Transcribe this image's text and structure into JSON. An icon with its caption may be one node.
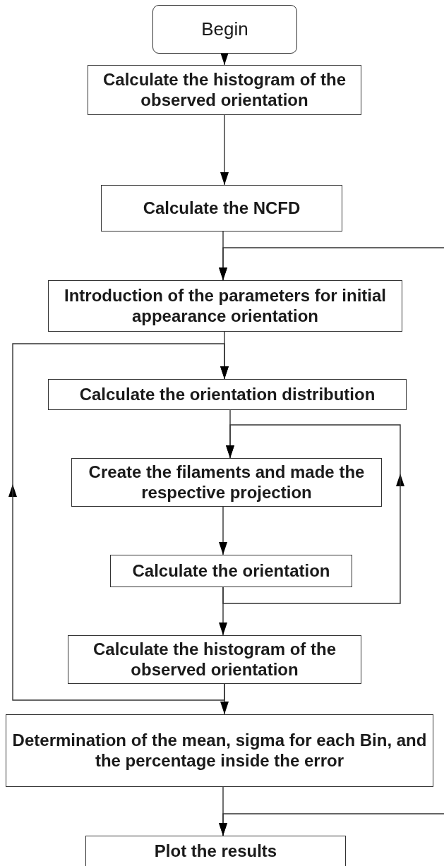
{
  "diagram": {
    "nodes": [
      {
        "text": [
          "Begin"
        ]
      },
      {
        "text": [
          "Calculate the histogram of the observed orientation"
        ]
      },
      {
        "text": [
          "Calculate the NCFD"
        ]
      },
      {
        "text": [
          "Introduction of the parameters for initial appearance orientation"
        ]
      },
      {
        "text": [
          "Calculate the orientation distribution"
        ]
      },
      {
        "text": [
          "Create the filaments and made the respective projection"
        ]
      },
      {
        "text": [
          "Calculate the orientation"
        ]
      },
      {
        "text": [
          "Calculate the histogram of the observed orientation"
        ]
      },
      {
        "text": [
          "Determination of the mean, sigma for each Bin, and the percentage inside the error"
        ]
      },
      {
        "text": [
          "Plot the results"
        ]
      }
    ],
    "edges": [
      {
        "from": 0,
        "to": 1,
        "arrow": "to"
      },
      {
        "from": 1,
        "to": 2,
        "arrow": "to"
      },
      {
        "from": 2,
        "to": 3,
        "arrow": "to"
      },
      {
        "from": null,
        "to": 3,
        "arrow": "to"
      },
      {
        "from": 3,
        "to": 4,
        "arrow": "to"
      },
      {
        "from": 7,
        "to": 4,
        "arrow": "to"
      },
      {
        "from": 4,
        "to": 5,
        "arrow": "to"
      },
      {
        "from": 6,
        "to": 5,
        "arrow": "to"
      },
      {
        "from": 5,
        "to": 6,
        "arrow": "to"
      },
      {
        "from": 6,
        "to": 7,
        "arrow": "to"
      },
      {
        "from": 7,
        "to": 8,
        "arrow": "to"
      },
      {
        "from": 8,
        "to": 9,
        "arrow": "to"
      },
      {
        "from": null,
        "to": 9,
        "arrow": "to"
      }
    ]
  }
}
